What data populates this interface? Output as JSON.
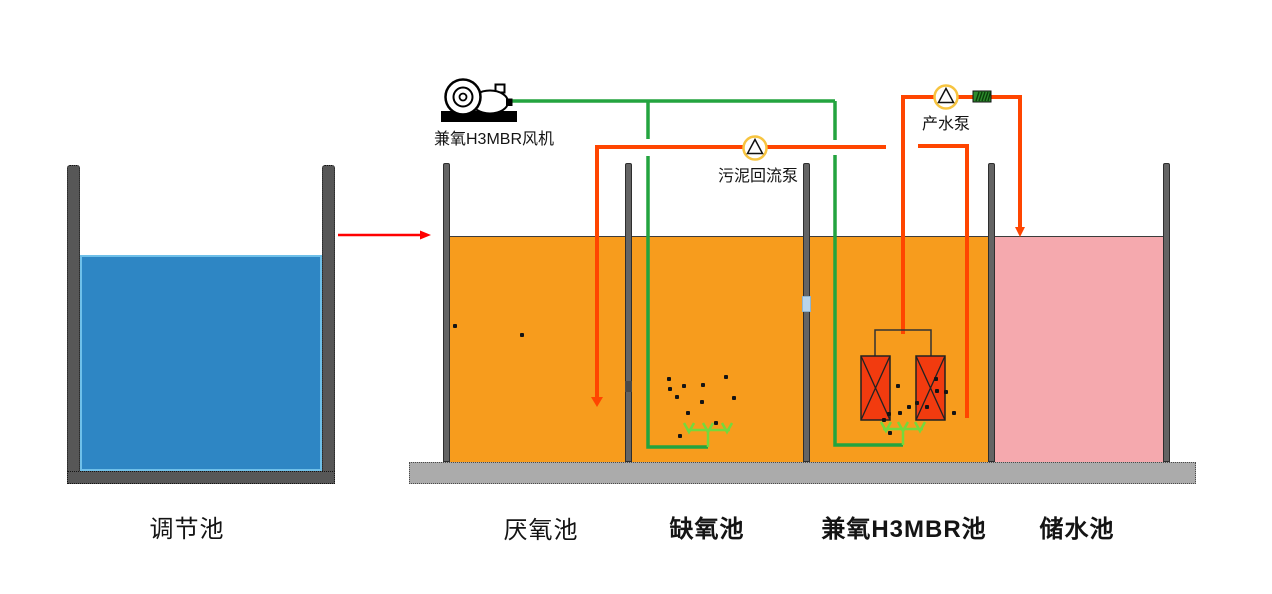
{
  "labels": {
    "blower": "兼氧H3MBR风机",
    "sludge_pump": "污泥回流泵",
    "product_pump": "产水泵",
    "tank_regulation": "调节池",
    "tank_anaerobic": "厌氧池",
    "tank_anoxic": "缺氧池",
    "tank_mbr": "兼氧H3MBR池",
    "tank_storage": "储水池"
  },
  "colors": {
    "tank-orange": "#F79C1D",
    "tank-pink": "#F5A9AE",
    "tank-blue": "#2E86C4",
    "tank-blue-edge": "#6FC0E9",
    "pipe-green": "#23A43F",
    "pipe-lgreen": "#74D93C",
    "pipe-orange": "#FF4500",
    "module-red": "#F23B0F",
    "pump-yellow": "#F7C440",
    "wall-gray": "#646464",
    "base-gray": "#ABABAB",
    "coil-green": "#2E8B2E",
    "arrow-red": "#FF0000"
  },
  "particles": {
    "anaerobic": [
      [
        455,
        326
      ],
      [
        522,
        335
      ]
    ],
    "anoxic": [
      [
        669,
        379
      ],
      [
        670,
        389
      ],
      [
        684,
        386
      ],
      [
        677,
        397
      ],
      [
        703,
        385
      ],
      [
        726,
        377
      ],
      [
        702,
        402
      ],
      [
        734,
        398
      ],
      [
        688,
        413
      ],
      [
        716,
        423
      ],
      [
        680,
        436
      ]
    ],
    "mbr": [
      [
        898,
        386
      ],
      [
        936,
        379
      ],
      [
        937,
        391
      ],
      [
        946,
        392
      ],
      [
        917,
        403
      ],
      [
        927,
        407
      ],
      [
        909,
        407
      ],
      [
        900,
        413
      ],
      [
        889,
        414
      ],
      [
        884,
        420
      ],
      [
        890,
        433
      ],
      [
        954,
        413
      ]
    ]
  }
}
